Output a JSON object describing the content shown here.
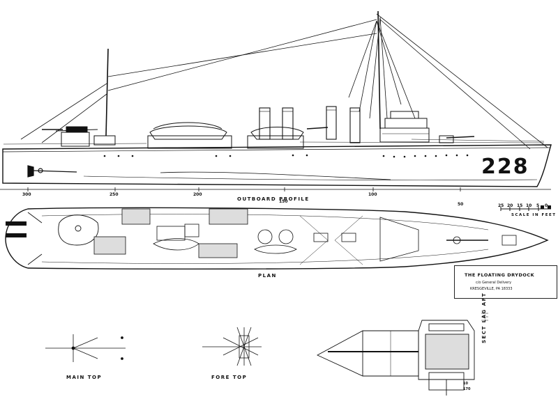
{
  "labels": {
    "outboard_profile": "OUTBOARD PROFILE",
    "plan": "PLAN",
    "main_top": "MAIN TOP",
    "fore_top": "FORE TOP",
    "sect_lag_aft": "SECT LAG AFT",
    "scale_in_feet": "SCALE IN FEET",
    "hull_number": "228"
  },
  "frame_scale": [
    "300",
    "250",
    "200",
    "150",
    "100",
    "50"
  ],
  "feet_scale": [
    "25",
    "20",
    "15",
    "10",
    "5",
    "0"
  ],
  "publisher": {
    "name": "THE FLOATING DRYDOCK",
    "line1": "c/o General Delivery",
    "line2": "KRESGEVILLE, PA 18333"
  },
  "section_marks": [
    "10",
    "170"
  ]
}
